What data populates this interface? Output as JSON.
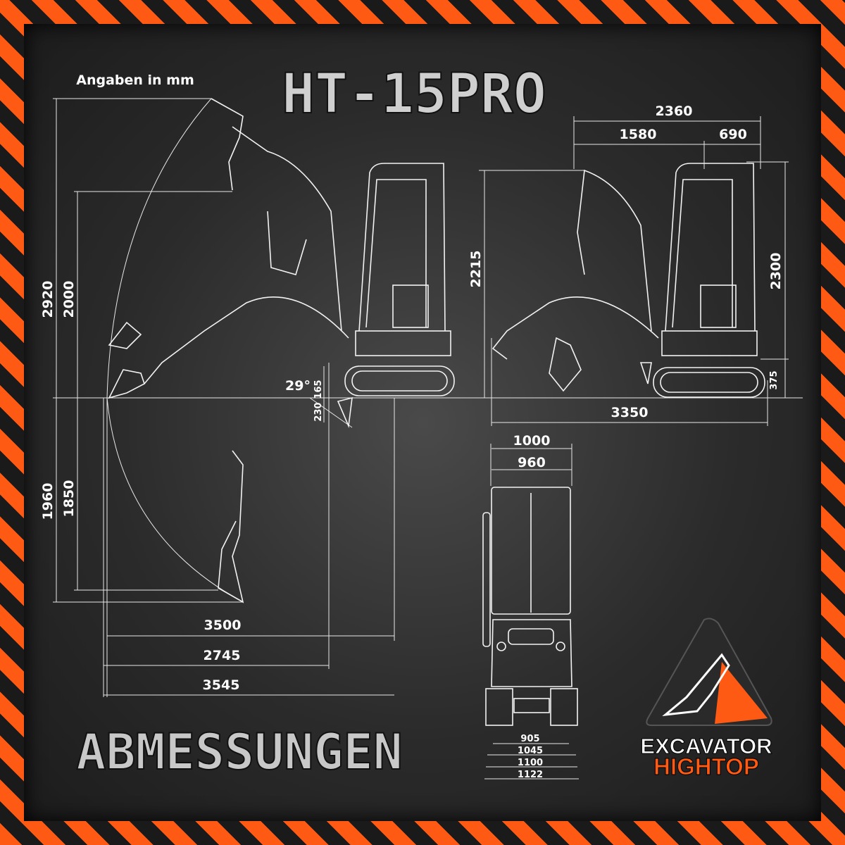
{
  "header": {
    "title": "HT-15PRO",
    "units_note": "Angaben in mm"
  },
  "footer": {
    "section_title": "ABMESSUNGEN"
  },
  "logo": {
    "line1": "EXCAVATOR",
    "line2": "HIGHTOP",
    "accent_color": "#ff5a14"
  },
  "side_view_left": {
    "heights": [
      "2920",
      "2000",
      "1960",
      "1850"
    ],
    "bucket_angle": "29°",
    "blade": [
      "165",
      "230"
    ],
    "reach": [
      "3500",
      "2745",
      "3545"
    ]
  },
  "side_view_right": {
    "widths": [
      "2360",
      "1580",
      "690",
      "3350"
    ],
    "heights": [
      "2215",
      "2300",
      "375"
    ]
  },
  "front_view": {
    "top_widths": [
      "1000",
      "960"
    ],
    "bottom_widths": [
      "905",
      "1045",
      "1100",
      "1122"
    ]
  },
  "colors": {
    "stripe_orange": "#ff5a14",
    "background": "#2b2b2b",
    "line": "#f2f2f2"
  }
}
